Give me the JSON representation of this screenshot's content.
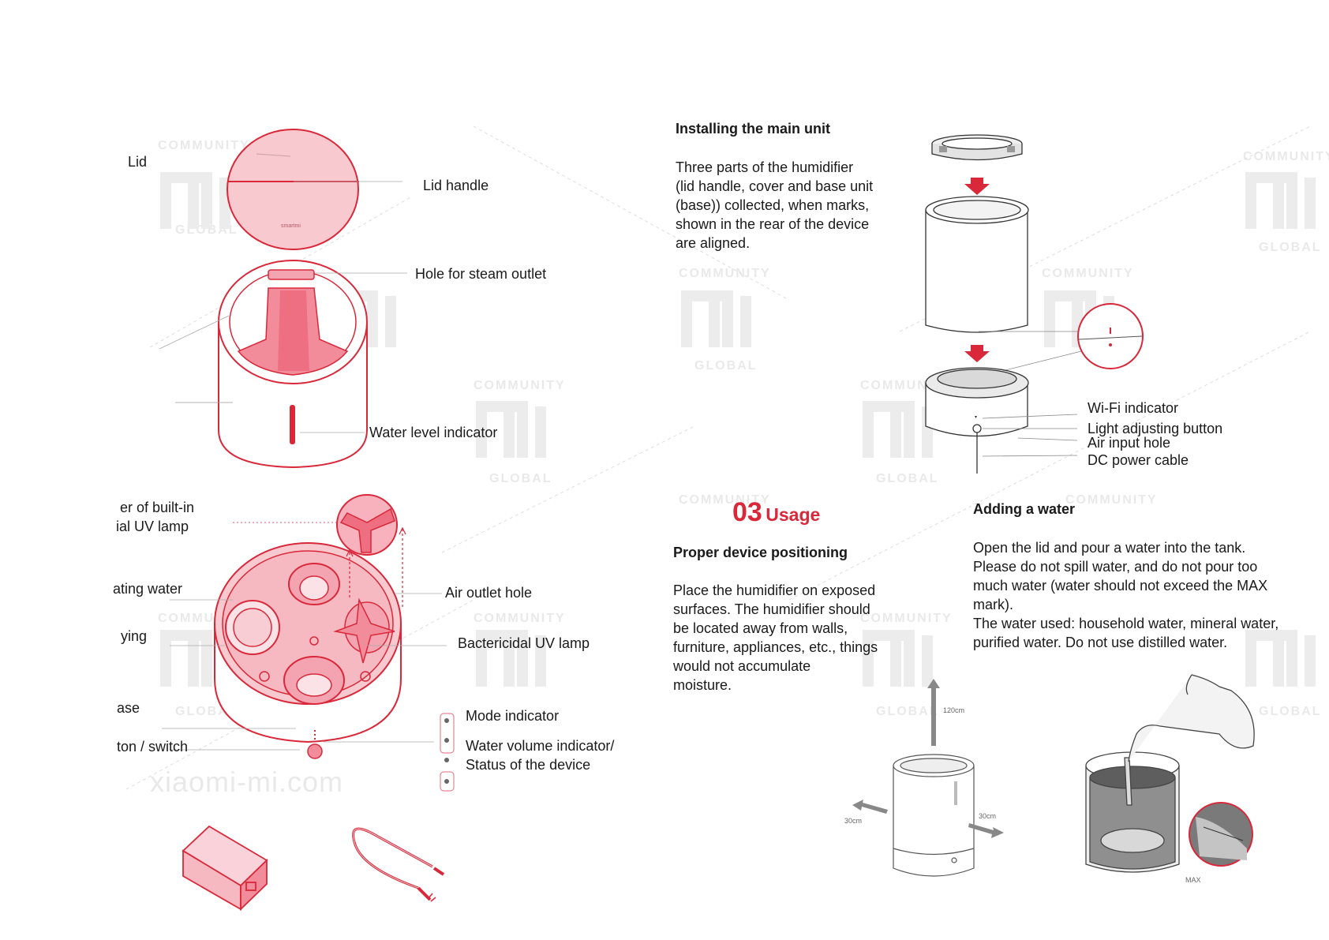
{
  "left": {
    "top_labels": {
      "lid": "Lid",
      "lid_handle": "Lid handle",
      "steam_outlet": "Hole for steam outlet",
      "water_level": "Water level indicator"
    },
    "lid_brand": "smartmi",
    "base_labels": {
      "uv_cover_1": "er of built-in",
      "uv_cover_2": "ial UV lamp",
      "heating_water": "ating water",
      "drying": "ying",
      "base": "ase",
      "switch": "ton / switch",
      "air_outlet": "Air outlet hole",
      "uv_lamp": "Bactericidal UV lamp",
      "mode_indicator": "Mode indicator",
      "water_volume_1": "Water volume indicator/",
      "water_volume_2": "Status of the device"
    }
  },
  "install": {
    "title": "Installing the main unit",
    "lines": [
      "Three parts of the humidifier",
      "(lid handle, cover and base unit",
      "(base)) collected, when marks,",
      "shown in the rear of the device",
      "are aligned."
    ],
    "labels": {
      "wifi": "Wi-Fi indicator",
      "light": "Light adjusting button",
      "air_input": "Air input hole",
      "dc_cable": "DC power cable"
    }
  },
  "usage": {
    "number": "03",
    "title": "Usage",
    "positioning_title": "Proper device  positioning",
    "positioning_lines": [
      "Place the humidifier on exposed",
      "surfaces. The humidifier should",
      "be located away from walls,",
      "furniture, appliances, etc., things",
      "would not accumulate",
      "moisture."
    ],
    "dims": {
      "top": "120cm",
      "left": "30cm",
      "right": "30cm"
    }
  },
  "adding": {
    "title": "Adding a water",
    "lines": [
      "Open the lid and pour a water into the tank.",
      "Please do not spill water, and do not pour too",
      "much water (water should not exceed the MAX",
      "mark).",
      "The water used: household water, mineral water,",
      "purified water. Do not use distilled water."
    ],
    "max": "MAX"
  },
  "watermark": {
    "community": "COMMUNITY",
    "global": "GLOBAL",
    "site": "xiaomi-mi.com"
  },
  "colors": {
    "accent": "#d9283a",
    "fill": "#f7c5cc",
    "line": "#333333"
  }
}
